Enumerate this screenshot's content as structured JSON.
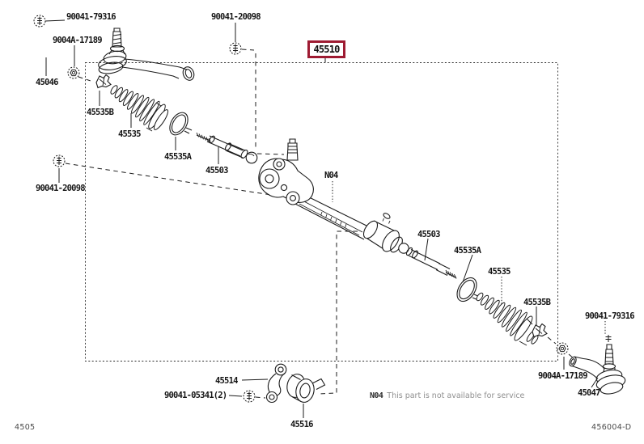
{
  "figure": {
    "highlight": {
      "part_no": "45510",
      "color": "#9e1b32"
    },
    "labels": {
      "bolt_top_left": "90041-79316",
      "nut_top_left": "9004A-17189",
      "tie_rod_end_left": "45046",
      "bolt_top": "90041-20098",
      "clip_left": "45535B",
      "boot_left": "45535",
      "clamp_left": "45535A",
      "rack_end_left": "45503",
      "bolt_left": "90041-20098",
      "callout_n04": "N04",
      "rack_end_right": "45503",
      "clamp_right": "45535A",
      "boot_right": "45535",
      "clip_right": "45535B",
      "bolt_bottom_right": "90041-79316",
      "nut_bottom_right": "9004A-17189",
      "tie_rod_end_right": "45047",
      "bracket": "45514",
      "bracket_bolt": "90041-05341(2)",
      "grommet": "45516"
    },
    "note": {
      "tag": "N04",
      "text": "This part is not available for service"
    },
    "footer": {
      "fig_code": "4505",
      "drawing_code": "456004-D"
    },
    "icons": {
      "bolt_marker": "dashed-circle-bolt",
      "nut_marker": "dashed-circle-nut"
    }
  }
}
